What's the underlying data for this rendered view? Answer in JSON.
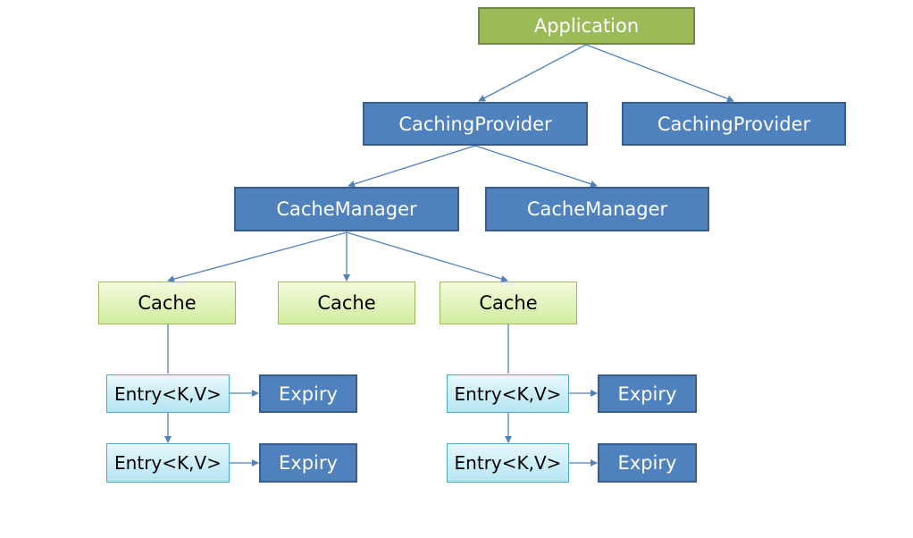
{
  "diagram": {
    "application": "Application",
    "providers": [
      "CachingProvider",
      "CachingProvider"
    ],
    "managers": [
      "CacheManager",
      "CacheManager"
    ],
    "caches": [
      "Cache",
      "Cache",
      "Cache"
    ],
    "entries": [
      "Entry<K,V>",
      "Entry<K,V>",
      "Entry<K,V>",
      "Entry<K,V>"
    ],
    "expiries": [
      "Expiry",
      "Expiry",
      "Expiry",
      "Expiry"
    ],
    "colors": {
      "application_fill": "#9BBB59",
      "blue_fill": "#4F81BD",
      "cache_fill": "#D7F0A8",
      "entry_fill": "#C5EBF6",
      "connector": "#4F81BD"
    }
  }
}
